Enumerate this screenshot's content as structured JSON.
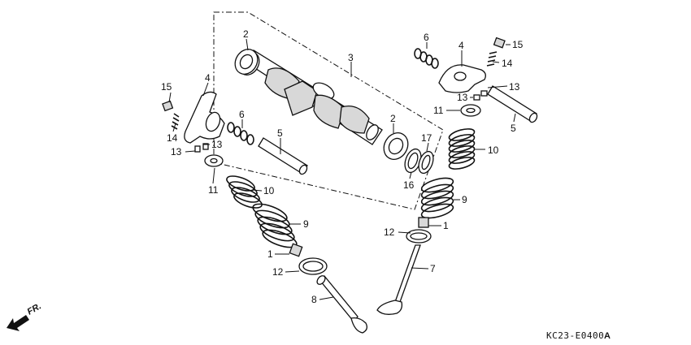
{
  "diagram": {
    "drawing_code": "KC23-E0400",
    "drawing_suffix": "A",
    "direction_mark": "FR.",
    "callouts": [
      {
        "id": "c-2a",
        "text": "2"
      },
      {
        "id": "c-3",
        "text": "3"
      },
      {
        "id": "c-2b",
        "text": "2"
      },
      {
        "id": "c-17",
        "text": "17"
      },
      {
        "id": "c-16",
        "text": "16"
      },
      {
        "id": "c-6a",
        "text": "6"
      },
      {
        "id": "c-4a",
        "text": "4"
      },
      {
        "id": "c-15a",
        "text": "15"
      },
      {
        "id": "c-14a",
        "text": "14"
      },
      {
        "id": "c-13a",
        "text": "13"
      },
      {
        "id": "c-13b",
        "text": "13"
      },
      {
        "id": "c-11a",
        "text": "11"
      },
      {
        "id": "c-5a",
        "text": "5"
      },
      {
        "id": "c-10a",
        "text": "10"
      },
      {
        "id": "c-9a",
        "text": "9"
      },
      {
        "id": "c-1a",
        "text": "1"
      },
      {
        "id": "c-12a",
        "text": "12"
      },
      {
        "id": "c-7",
        "text": "7"
      },
      {
        "id": "c-15b",
        "text": "15"
      },
      {
        "id": "c-4b",
        "text": "4"
      },
      {
        "id": "c-14b",
        "text": "14"
      },
      {
        "id": "c-13c",
        "text": "13"
      },
      {
        "id": "c-13d",
        "text": "13"
      },
      {
        "id": "c-6b",
        "text": "6"
      },
      {
        "id": "c-5b",
        "text": "5"
      },
      {
        "id": "c-11b",
        "text": "11"
      },
      {
        "id": "c-10b",
        "text": "10"
      },
      {
        "id": "c-9b",
        "text": "9"
      },
      {
        "id": "c-1b",
        "text": "1"
      },
      {
        "id": "c-12b",
        "text": "12"
      },
      {
        "id": "c-8",
        "text": "8"
      }
    ]
  }
}
